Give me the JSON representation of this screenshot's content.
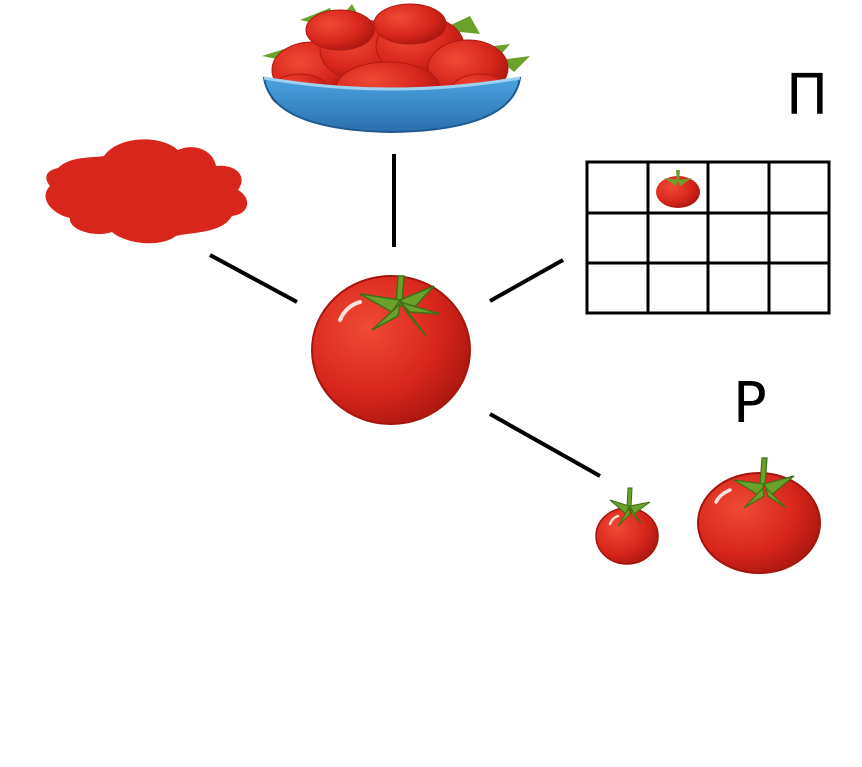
{
  "labels": {
    "grid_letter": "П",
    "size_letter": "Р"
  },
  "grid": {
    "rows": 3,
    "cols": 4,
    "tomato_cell": {
      "row": 0,
      "col": 1
    }
  },
  "icons": {
    "center": "tomato-icon",
    "bowl": "tomato-bowl-icon",
    "puddle": "juice-puddle-icon",
    "small": "small-tomato-icon",
    "large": "large-tomato-icon"
  },
  "colors": {
    "tomato": "#d8261c",
    "tomato_dark": "#a5150e",
    "leaf": "#6aa12a",
    "bowl": "#3b8fd0",
    "line": "#000000"
  }
}
